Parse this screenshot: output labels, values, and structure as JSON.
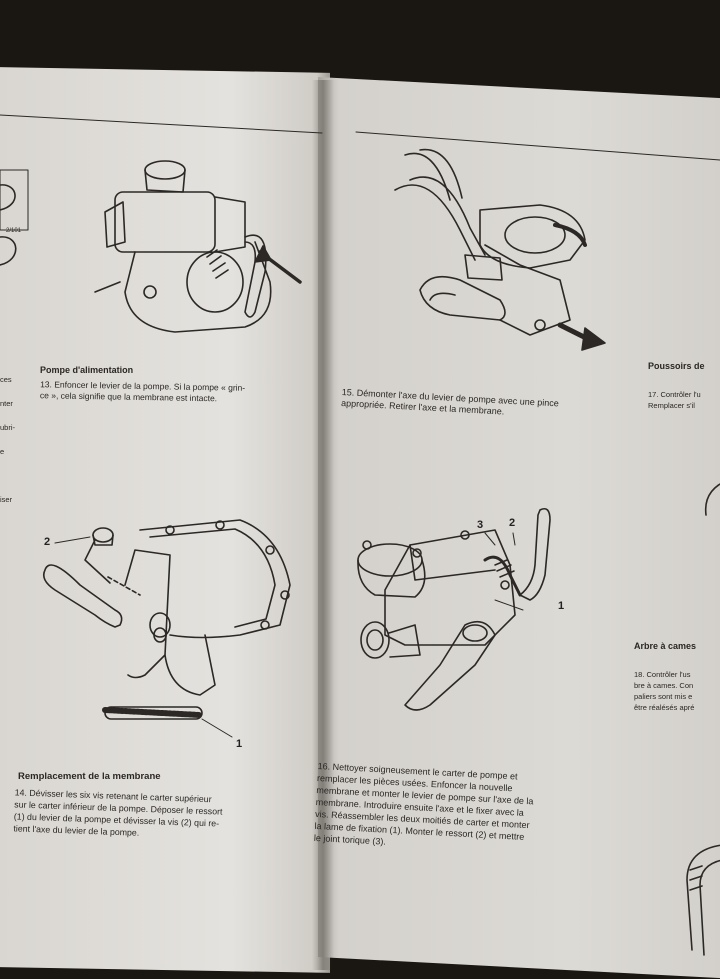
{
  "left_page": {
    "margin_fragments": [
      "ces",
      "nter",
      "ubri-",
      "e",
      "",
      "iser"
    ],
    "margin_figure_number": "2/101",
    "section_title": "Pompe d'alimentation",
    "step13": "13. Enfoncer le levier de la pompe. Si la pompe « grin-\nce », cela signifie que la membrane est intacte.",
    "fig_labels": {
      "label_2": "2",
      "label_1": "1"
    },
    "section2_title": "Remplacement de la membrane",
    "step14": "14. Dévisser les six vis retenant le carter supérieur\nsur le carter inférieur de la pompe. Déposer le ressort\n(1) du levier de la pompe et dévisser la vis (2) qui re-\ntient l'axe du levier de la pompe."
  },
  "right_page": {
    "step15": "15. Démonter l'axe du levier de pompe avec une pince\nappropriée. Retirer l'axe et la membrane.",
    "fig_labels": {
      "label_3": "3",
      "label_2": "2",
      "label_1": "1"
    },
    "step16": "16. Nettoyer soigneusement le carter de pompe et\nremplacer les pièces usées. Enfoncer la nouvelle\nmembrane et monter le levier de pompe sur l'axe de la\nmembrane. Introduire ensuite l'axe et le fixer avec la\nvis. Réassembler les deux moitiés de carter et monter\nla lame de fixation (1). Monter le ressort (2) et mettre\nle joint torique (3).",
    "side_title_1": "Poussoirs de",
    "side_step17": "17. Contrôler l'u\nRemplacer s'il",
    "side_title_2": "Arbre à cames",
    "side_step18": "18. Contrôler l'us\nbre à cames. Con\npaliers sont mis e\nêtre réalésés apré"
  }
}
